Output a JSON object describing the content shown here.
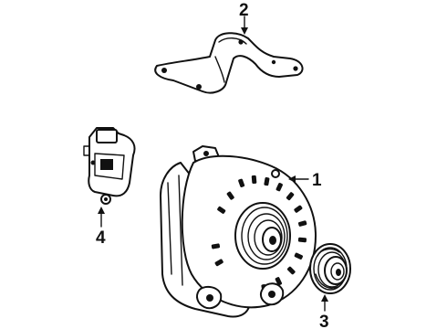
{
  "callouts": {
    "alternator": "1",
    "bracket": "2",
    "pulley": "3",
    "regulator": "4"
  },
  "colors": {
    "line": "#111111",
    "background": "#ffffff"
  }
}
